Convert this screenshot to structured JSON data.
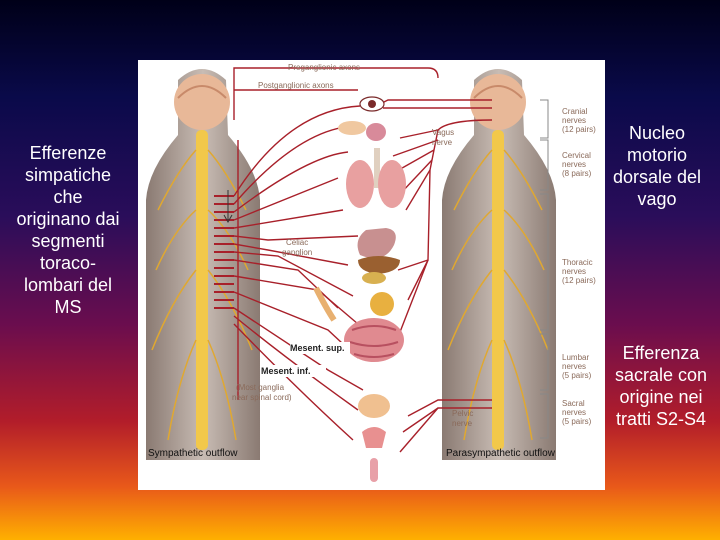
{
  "left_text": "Efferenze\nsimpatiche\nche\noriginano dai\nsegmenti\ntoraco-\nlombari del\nMS",
  "right_top_text": "Nucleo\nmotorio\ndorsale del\nvago",
  "right_bottom_text": "Efferenza\nsacrale con\norigine nei\ntratti S2-S4",
  "figure": {
    "preganglionic": "Preganglionic axons",
    "postganglionic": "Postganglionic axons",
    "vagus": [
      "Vagus",
      "nerve"
    ],
    "celiac": [
      "Celiac",
      "ganglion"
    ],
    "mesent_sup": "Mesent. sup.",
    "mesent_inf": "Mesent. inf.",
    "most_ganglia": [
      "(Most ganglia",
      "near spinal cord)"
    ],
    "pelvic": [
      "Pelvic",
      "nerve"
    ],
    "cranial": [
      "Cranial",
      "nerves",
      "(12 pairs)"
    ],
    "cervical": [
      "Cervical",
      "nerves",
      "(8 pairs)"
    ],
    "thoracic": [
      "Thoracic",
      "nerves",
      "(12 pairs)"
    ],
    "lumbar": [
      "Lumbar",
      "nerves",
      "(5 pairs)"
    ],
    "sacral": [
      "Sacral",
      "nerves",
      "(5 pairs)"
    ],
    "sympathetic_outflow": "Sympathetic outflow",
    "parasympathetic_outflow": "Parasympathetic outflow"
  },
  "colors": {
    "nerve": "#a8202a",
    "spinal": "#f2c84a",
    "body": "#9a8a80",
    "brain": "#e0b090"
  }
}
